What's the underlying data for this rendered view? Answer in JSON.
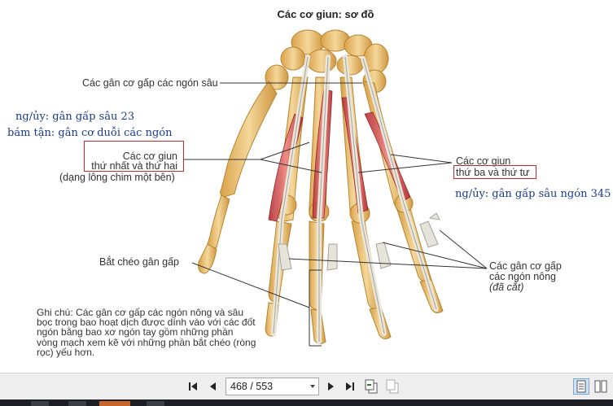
{
  "page": {
    "title": "Các cơ giun: sơ đồ",
    "labels": {
      "flexor_deep": "Các gân cơ gấp các ngón sâu",
      "lumbricals_1_2_line1": "Các cơ giun",
      "lumbricals_1_2_line2": "thứ nhất và thứ hai",
      "lumbricals_1_2_line3": "(dạng lông chim một bên)",
      "lumbricals_3_4_line1": "Các cơ giun",
      "lumbricals_3_4_line2": "thứ ba và thứ tư",
      "cruciate": "Bắt chéo gân gấp",
      "flexor_superficial_line1": "Các gân cơ gấp",
      "flexor_superficial_line2": "các ngón nông",
      "flexor_superficial_line3": "(đã cắt)"
    },
    "annotations": {
      "origin_1_2": "ng/ủy: gân gấp sâu 23",
      "insertion": "bám tận: gân cơ duỗi các ngón",
      "origin_3_4": "ng/ủy: gân gấp sâu ngón 345"
    },
    "note": "Ghi chú: Các gân cơ gấp các ngón nông và sâu bọc trong bao hoạt dịch được dính vào với các đốt ngón bằng bao xơ ngón tay gồm những phần vòng mạch xem kẽ với những phần bắt chéo (ròng rọc) yếu hơn."
  },
  "toolbar": {
    "page_indicator": "468 / 553",
    "buttons": [
      "first-page",
      "previous-page",
      "next-page",
      "last-page",
      "go-back-view",
      "go-forward-view",
      "single-page-view",
      "two-page-view"
    ]
  },
  "colors": {
    "annotation_text": "#1a3a8a",
    "highlight_box": "#c42a2a",
    "bone": "#e9c27c",
    "muscle": "#d9585a",
    "tendon": "#e9e6dc"
  }
}
